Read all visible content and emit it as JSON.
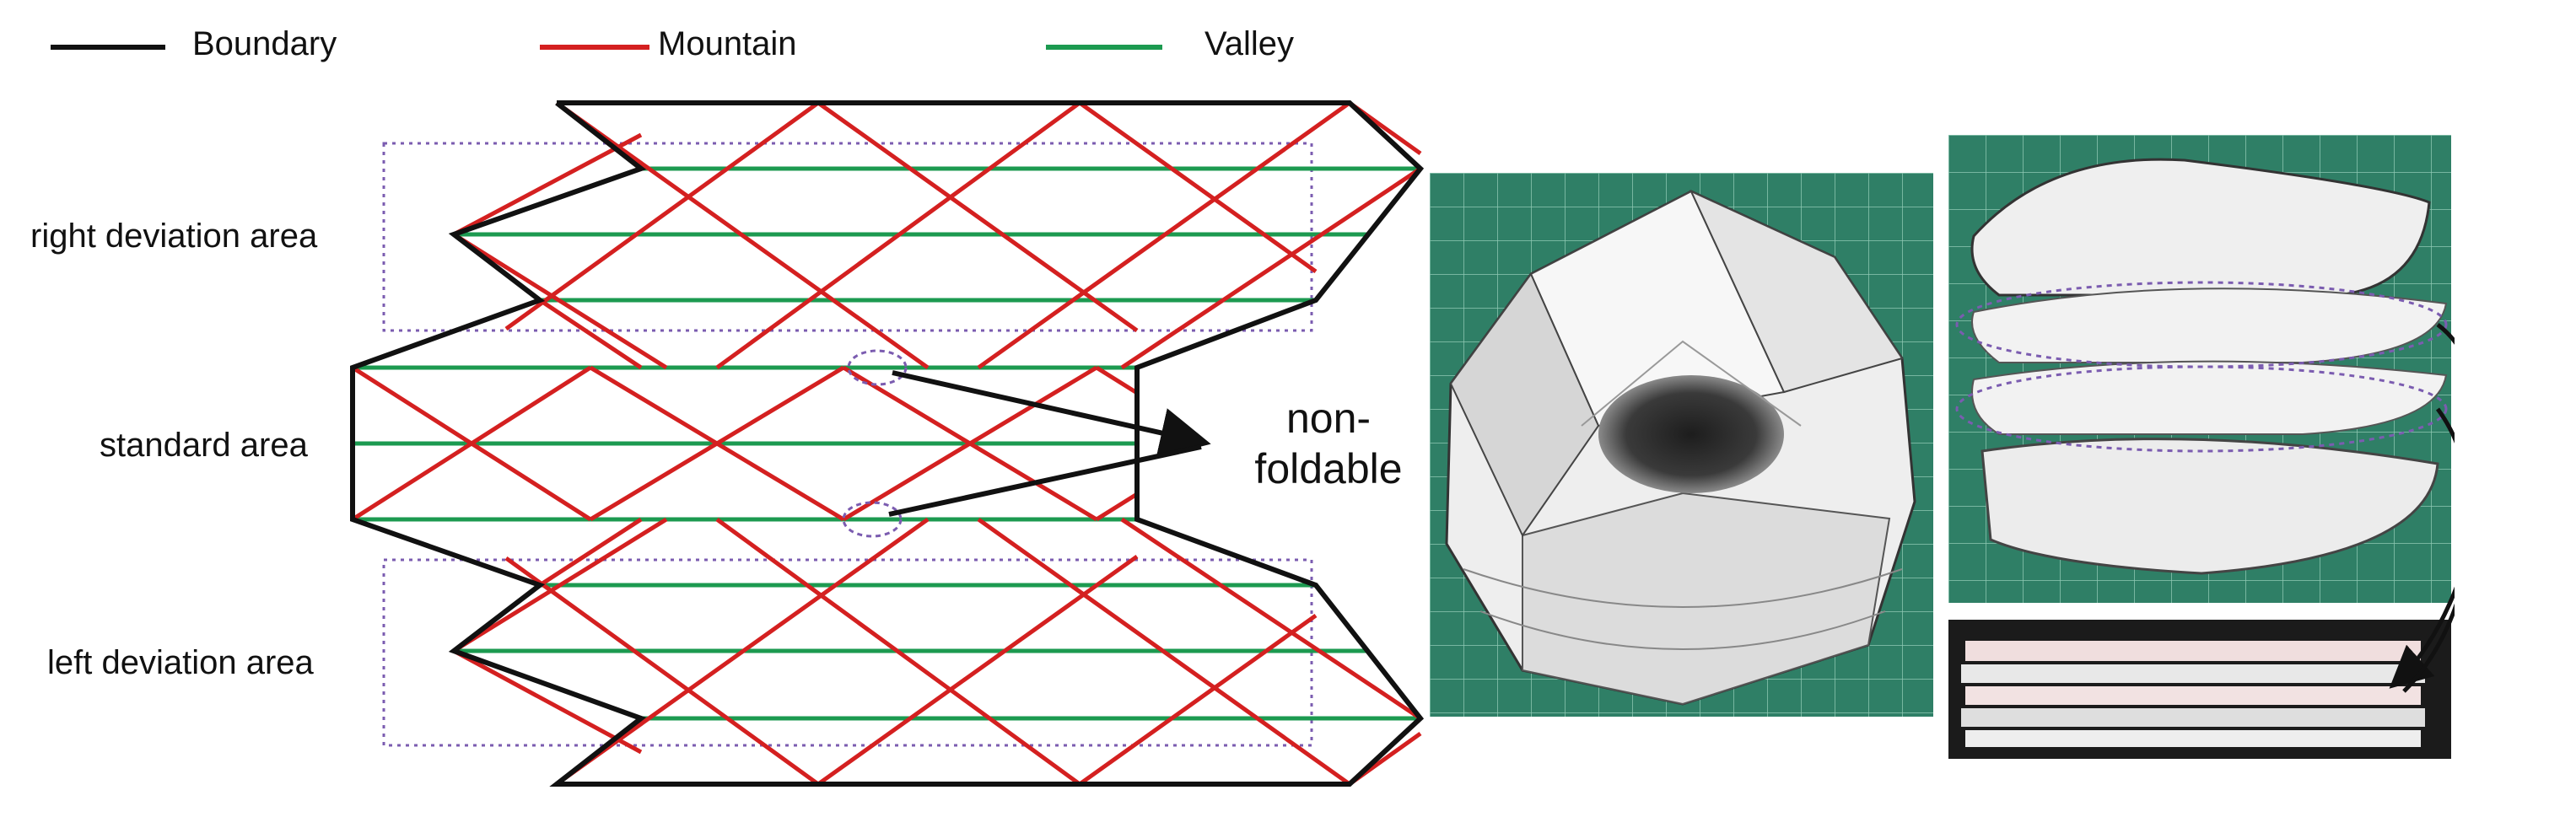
{
  "legend": {
    "boundary": {
      "label": "Boundary",
      "color": "#111111"
    },
    "mountain": {
      "label": "Mountain",
      "color": "#d42020"
    },
    "valley": {
      "label": "Valley",
      "color": "#1c9a50"
    }
  },
  "areas": {
    "right": "right deviation area",
    "standard": "standard area",
    "left": "left deviation area"
  },
  "annotation": {
    "line1": "non-",
    "line2": "foldable"
  },
  "colors": {
    "deviation_box": "#7b5cb0",
    "mat_green": "#2f7f66",
    "paper": "#f2f2f2"
  }
}
